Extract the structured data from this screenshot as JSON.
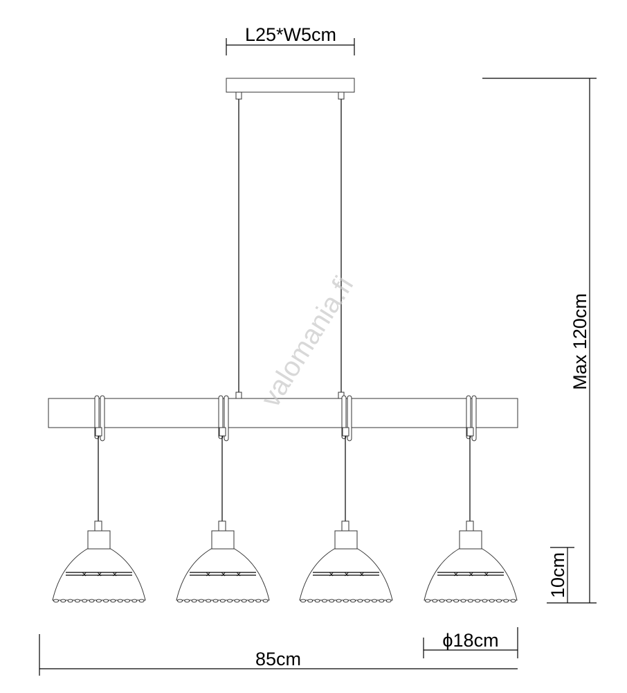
{
  "dimensions": {
    "canopy": "L25*W5cm",
    "max_height": "Max 120cm",
    "shade_height": "10cm",
    "shade_diameter": "ϕ18cm",
    "total_length": "85cm"
  },
  "watermark": "valomania.fi",
  "lamp_count": 4
}
